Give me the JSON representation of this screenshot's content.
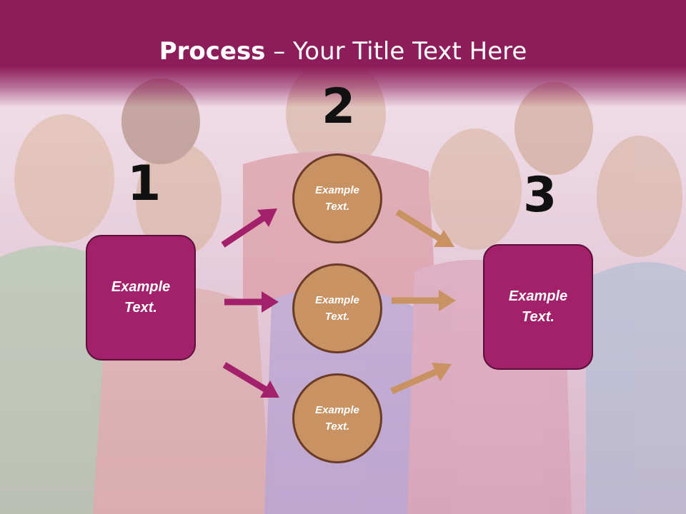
{
  "slide": {
    "title_bold": "Process",
    "title_rest": " – Your Title Text Here",
    "step_numbers": [
      "1",
      "2",
      "3"
    ],
    "left_box": "Example\nText.",
    "right_box": "Example\nText.",
    "circles": [
      "Example\nText.",
      "Example\nText.",
      "Example\nText."
    ]
  },
  "colors": {
    "header": "#8c1d5a",
    "box_fill": "#a3206a",
    "box_border": "#5c0f3b",
    "circle_fill": "#c99262",
    "circle_border": "#6a3b26",
    "arrow_magenta": "#a3206a",
    "arrow_tan": "#c99262"
  },
  "background": {
    "description_icon": "group-photo-background"
  }
}
